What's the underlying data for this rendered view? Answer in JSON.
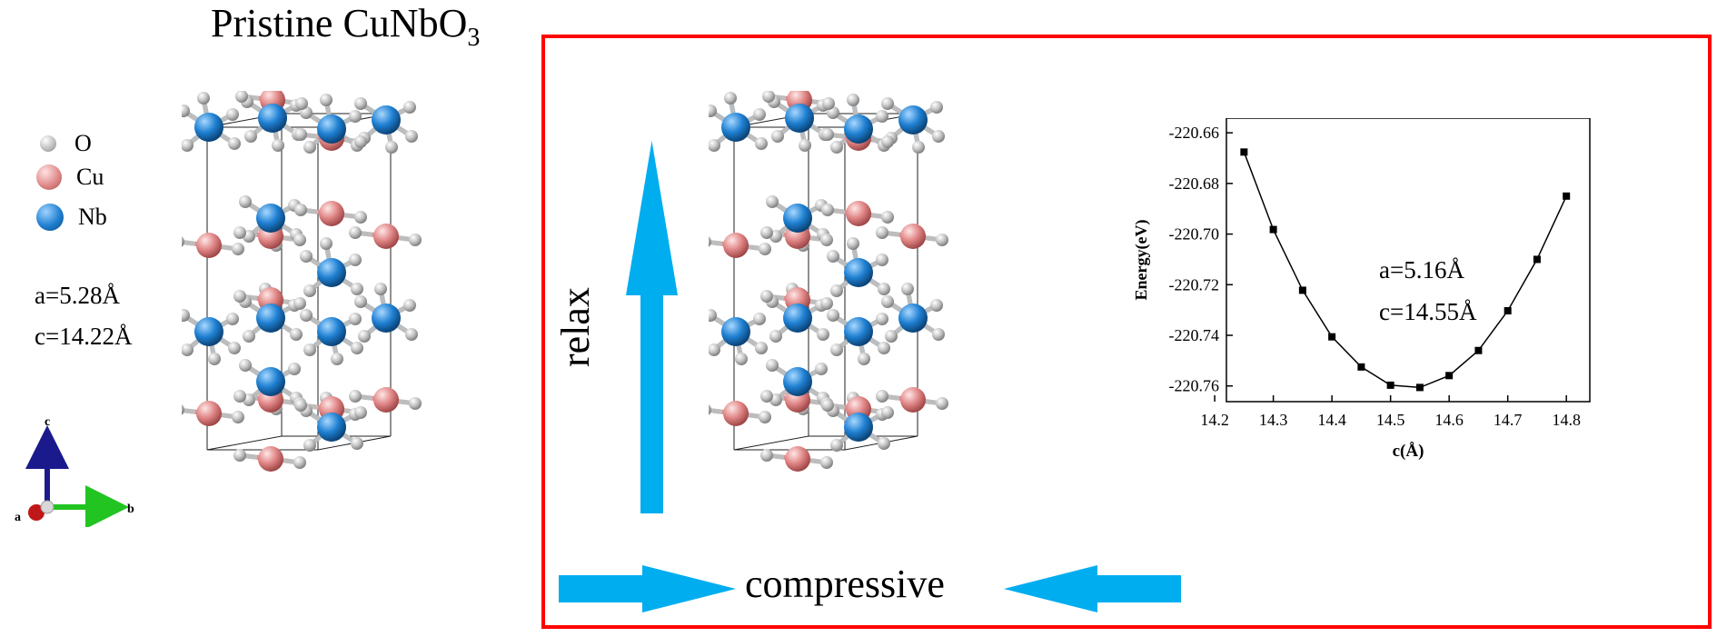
{
  "title": {
    "text": "Pristine CuNbO",
    "sub": "3"
  },
  "legend": [
    {
      "label": "O",
      "color": "#bfbfbf"
    },
    {
      "label": "Cu",
      "color": "#e08a8a"
    },
    {
      "label": "Nb",
      "color": "#1f7fd0"
    }
  ],
  "pristine": {
    "a": "a=5.28Å",
    "c": "c=14.22Å"
  },
  "axes_triad": {
    "c": "c",
    "a": "a",
    "b": "b"
  },
  "relax_label": "relax",
  "compressive_label": "compressive",
  "relaxed": {
    "a": "a=5.16Å",
    "c": "c=14.55Å"
  },
  "colors": {
    "frame": "#ff0000",
    "arrow": "#00adef"
  },
  "chart_data": {
    "type": "line",
    "xlabel": "c(Å)",
    "ylabel": "Energy(eV)",
    "xlim": [
      14.22,
      14.84
    ],
    "ylim": [
      -220.7662,
      -220.6542
    ],
    "xticks": [
      "14.2",
      "14.3",
      "14.4",
      "14.5",
      "14.6",
      "14.7",
      "14.8"
    ],
    "yticks": [
      "-220.66",
      "-220.68",
      "-220.70",
      "-220.72",
      "-220.74",
      "-220.76"
    ],
    "series": [
      {
        "x": [
          14.25,
          14.3,
          14.35,
          14.4,
          14.45,
          14.5,
          14.55,
          14.6,
          14.65,
          14.7,
          14.75,
          14.8
        ],
        "y": [
          -220.6676,
          -220.6982,
          -220.7222,
          -220.7406,
          -220.7525,
          -220.7597,
          -220.7606,
          -220.7559,
          -220.746,
          -220.7303,
          -220.71,
          -220.685
        ]
      }
    ]
  }
}
